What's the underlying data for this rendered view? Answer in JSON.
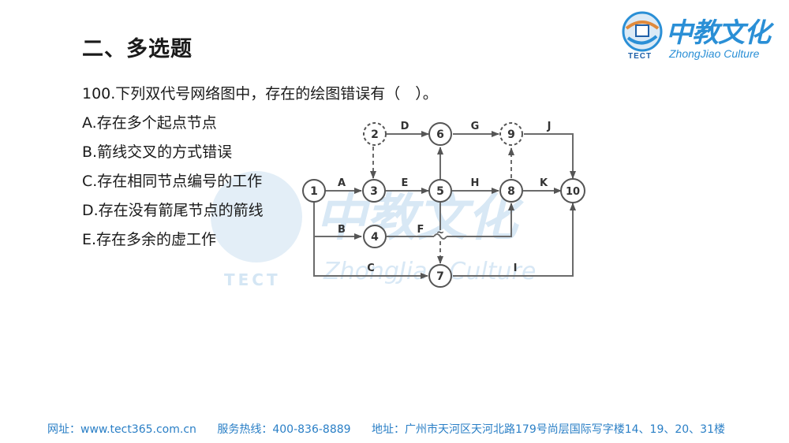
{
  "slide": {
    "title": "二、多选题",
    "question": "100.下列双代号网络图中，存在的绘图错误有（　）。",
    "options": [
      "A.存在多个起点节点",
      "B.箭线交叉的方式错误",
      "C.存在相同节点编号的工作",
      "D.存在没有箭尾节点的箭线",
      "E.存在多余的虚工作"
    ]
  },
  "logo": {
    "cn": "中教文化",
    "en": "ZhongJiao Culture",
    "abbr": "TECT"
  },
  "watermark": {
    "cn": "中教文化",
    "en": "ZhongJiao Culture",
    "abbr": "TECT"
  },
  "diagram": {
    "nodes": [
      "1",
      "2",
      "3",
      "4",
      "5",
      "6",
      "7",
      "8",
      "9",
      "10"
    ],
    "activities": [
      "A",
      "B",
      "C",
      "D",
      "E",
      "F",
      "G",
      "H",
      "J",
      "K",
      "I"
    ],
    "cross_mark": "~"
  },
  "footer": {
    "website": "网址：www.tect365.com.cn",
    "hotline": "服务热线：400-836-8889",
    "address": "地址：广州市天河区天河北路179号尚层国际写字楼14、19、20、31楼"
  },
  "colors": {
    "brand": "#2a8fd6",
    "footer": "#2a7fc6",
    "line": "#6b6b6b"
  }
}
